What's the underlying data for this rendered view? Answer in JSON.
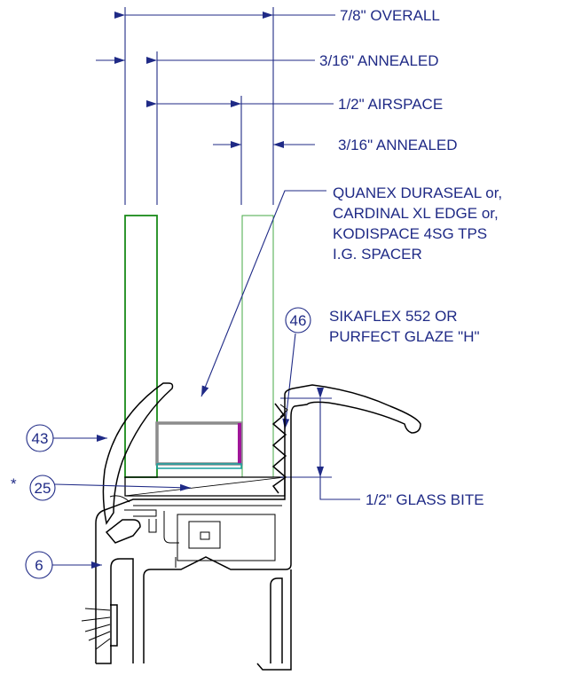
{
  "colors": {
    "annotation": "#1f2a86",
    "glass_outer": "#1a8a1a",
    "glass_inner": "#46a846",
    "spacer": "#8c8c8c",
    "spacer_seal": "#a0169a",
    "setting_block": "#1aa0a0",
    "profile": "#000000"
  },
  "dimensions": {
    "overall": "7/8\"  OVERALL",
    "outer_glass": "3/16\"  ANNEALED",
    "airspace": "1/2\"  AIRSPACE",
    "inner_glass": "3/16\"  ANNEALED",
    "glass_bite": "1/2\"  GLASS BITE"
  },
  "spacer_note": {
    "lines": [
      "QUANEX DURASEAL or,",
      "CARDINAL XL EDGE or,",
      "KODISPACE 4SG TPS",
      "I.G. SPACER"
    ]
  },
  "sealant_note": {
    "lines": [
      "SIKAFLEX 552 OR",
      "PURFECT GLAZE \"H\""
    ]
  },
  "callouts": {
    "sealant": "46",
    "glazing_bead": "43",
    "setting_block": "25",
    "setting_block_mark": "*",
    "frame": "6"
  },
  "icons": {
    "arrow": "arrowhead-icon",
    "callout": "callout-circle-icon"
  }
}
